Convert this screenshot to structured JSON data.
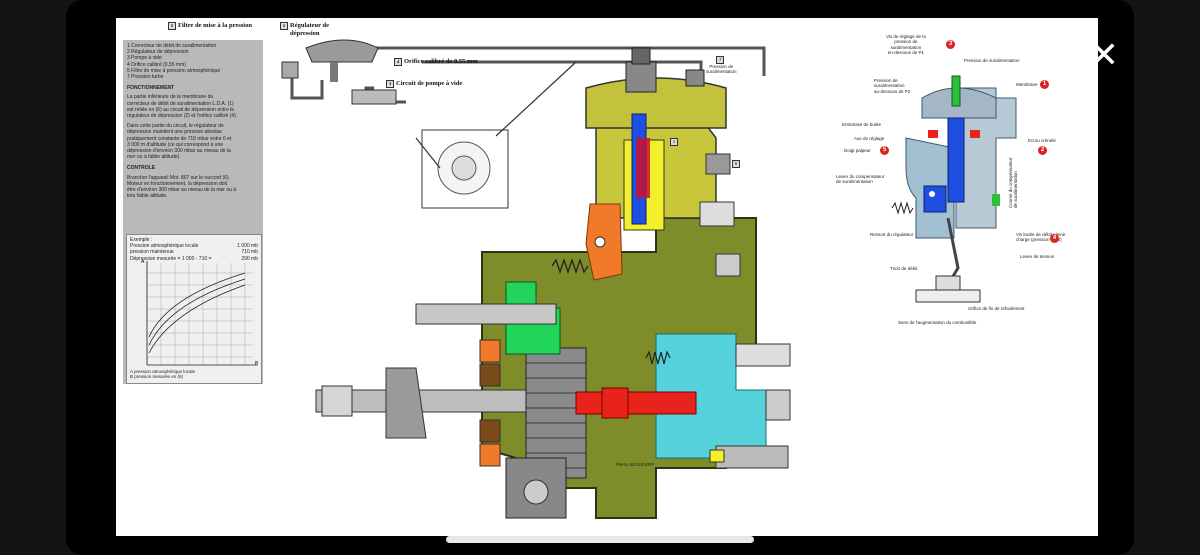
{
  "viewer": {
    "close_label": "✕",
    "close_icon": "close-icon"
  },
  "legend": {
    "items": [
      "1  Correcteur de débit de suralimentation",
      "2  Régulateur de dépression",
      "3  Pompe à vide",
      "4  Orifice calibré (0,55 mm)",
      "5  Filtre de mise à pression atmosphérique",
      "7  Pression turbo"
    ],
    "fonct_title": "FONCTIONNEMENT",
    "fonct_lines": [
      "La partie inférieure de la membrane du",
      "correcteur de débit de suralimentation L.D.A. (1)",
      "est reliée en (6) au circuit de dépression entre le",
      "régulateur de dépression (2) et l'orifice calibré (4).",
      "",
      "Dans cette partie du circuit, le régulateur de",
      "dépression maintient une pression absolue",
      "pratiquement constante de 710 mbar entre 0 et",
      "3 000 m d'altitude (ce qui correspond à une",
      "dépression d'environ 300 mbar au niveau de la",
      "mer ou à faible altitude)."
    ],
    "control_title": "CONTROLE",
    "control_lines": [
      "Brancher l'appareil Mot. 867 sur le raccord (6).",
      "Moteur en fonctionnement, la dépression doit",
      "être d'environ 300 mbar au niveau de la mer ou à",
      "très faible altitude."
    ],
    "example_title": "Exemple :",
    "example_rows": [
      {
        "k": "Pression atmosphérique locale",
        "v": "1 000 mb"
      },
      {
        "k": "pression maintenue",
        "v": "710 mb"
      },
      {
        "k": "Dépression mesurée = 1 000 - 710 =",
        "v": "290 mb"
      }
    ],
    "graph_axis_a": "A",
    "graph_axis_b": "B",
    "graph_notes": [
      "A  pression atmosphérique locale",
      "B  pression mesurée en (6)"
    ]
  },
  "top_labels": {
    "filtre": "Filtre de mise à la pression",
    "regulateur_1": "Régulateur de",
    "regulateur_2": "dépression",
    "orifice": "Orifice calibré de 0.55 mm",
    "circuit": "Circuit de pompe à vide",
    "pression_1": "Pression de",
    "pression_2": "suralimentation",
    "n1": "1",
    "n2": "2",
    "n3": "3",
    "n4": "4",
    "n5": "5",
    "n6": "6",
    "n7": "7",
    "signature": "Pierre SEGUIN/RP"
  },
  "right_labels": {
    "vis_reglage": [
      "Vis de réglage de la",
      "pression de",
      "suralimentation",
      "en-dessous de P1"
    ],
    "pression_sural": "Pression de suralimentation",
    "pression_sural_p2": [
      "Pression de",
      "suralimentation",
      "au-dessous de P2"
    ],
    "membrane": "Membrane",
    "entretoise": "Entretoise de butée",
    "axe": "Axe de réglage",
    "doigt": "Doigt palpeur",
    "ecrou": "Ecrou crénelé",
    "course": [
      "Course du compensateur",
      "de suralimentation"
    ],
    "levier_comp": [
      "Levier du compensateur",
      "de suralimentation"
    ],
    "ressort": "Ressort du régulateur",
    "vis_butee": [
      "Vis butée de débit pleine",
      "charge (pression > P2)"
    ],
    "levier_tension": "Levier de tension",
    "tiroir": "Tiroir de débit",
    "orifice_fin": "Orifice de fin de refoulement",
    "sens": "Sens de l'augmentation du combustible",
    "b1": "1",
    "b2": "2",
    "b3": "3",
    "b4": "4",
    "b5": "5"
  },
  "colors": {
    "backdrop": "#000000",
    "panel": "#b9b9b9",
    "olive": "#7f8c2a",
    "yellow": "#f3ef2a",
    "blue": "#1e4fe0",
    "red": "#e8231c",
    "cyan": "#55d2dc",
    "green": "#22d45a",
    "orange": "#f07a2a",
    "gray_metal": "#c8c8c8"
  }
}
